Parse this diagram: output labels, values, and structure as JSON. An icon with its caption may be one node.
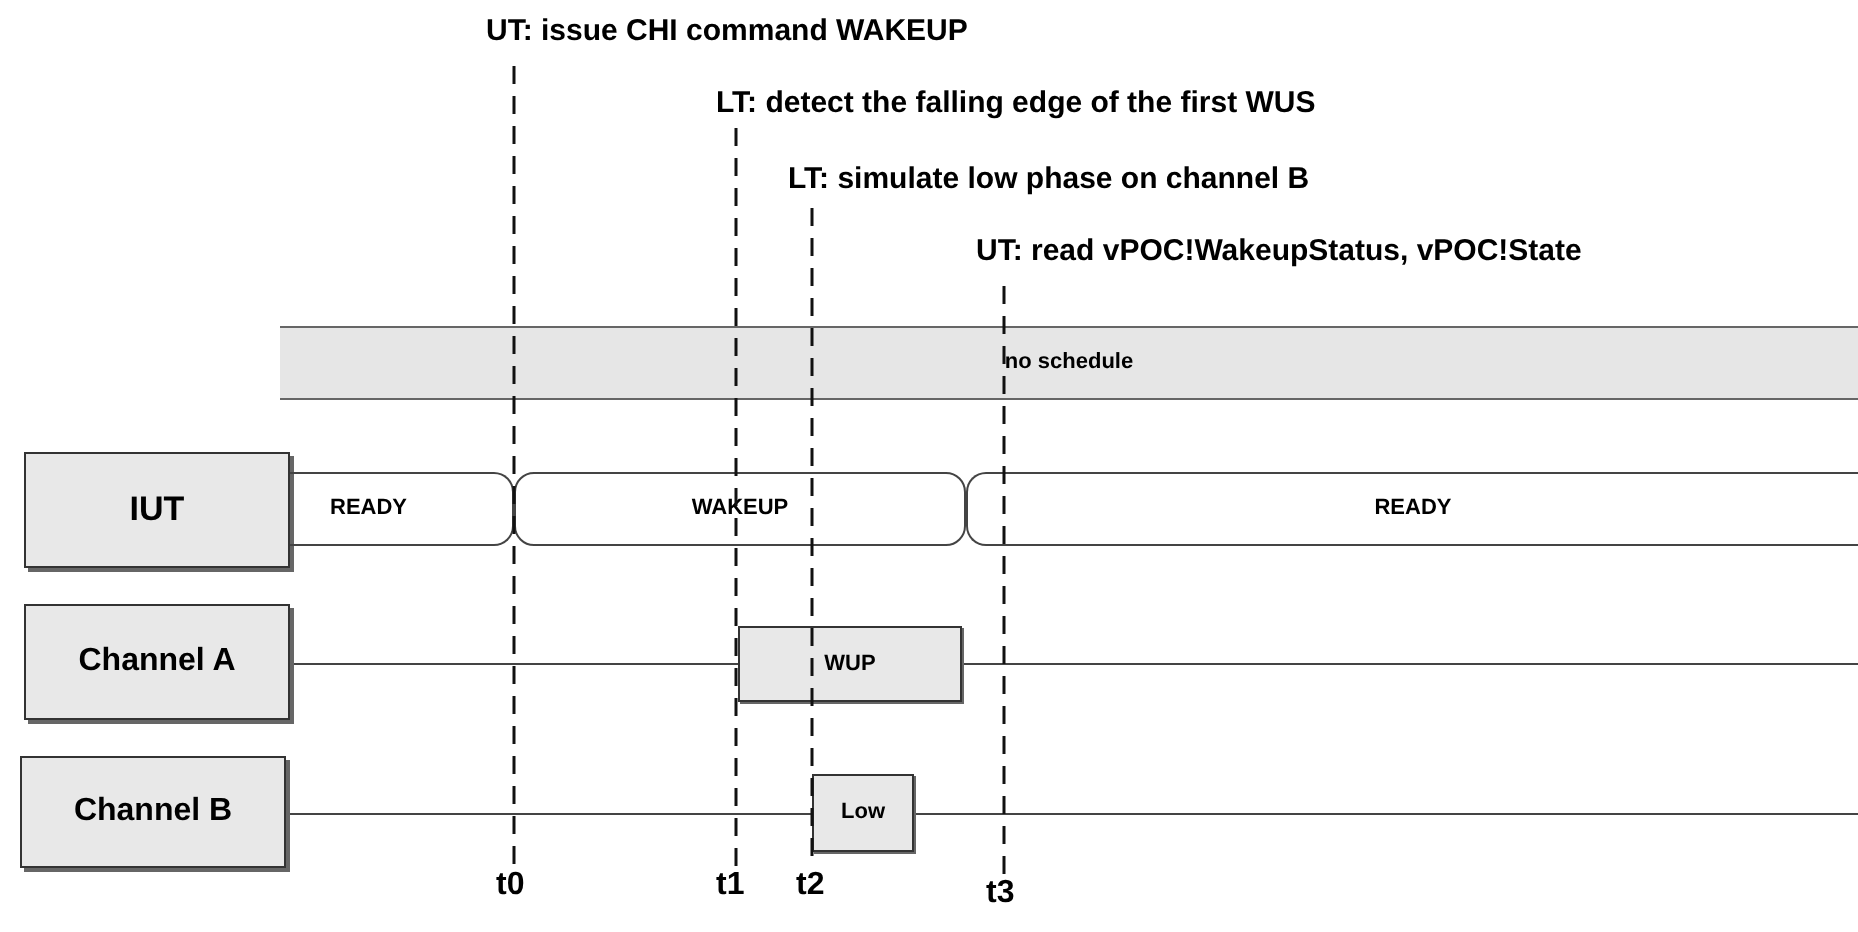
{
  "diagram": {
    "nodes": [
      {
        "text": [
          "IUT"
        ]
      },
      {
        "text": [
          "Channel A"
        ]
      },
      {
        "text": [
          "Channel B"
        ]
      },
      {
        "text": [
          "no schedule"
        ]
      },
      {
        "text": [
          "READY"
        ]
      },
      {
        "text": [
          "WAKEUP"
        ]
      },
      {
        "text": [
          "READY"
        ]
      },
      {
        "text": [
          "WUP"
        ]
      },
      {
        "text": [
          "Low"
        ]
      }
    ],
    "labels": [
      "UT: issue CHI command WAKEUP",
      "LT: detect the falling edge of the first WUS",
      "LT: simulate low phase on channel B",
      "UT: read vPOC!WakeupStatus, vPOC!State",
      "t0",
      "t1",
      "t2",
      "t3"
    ]
  }
}
